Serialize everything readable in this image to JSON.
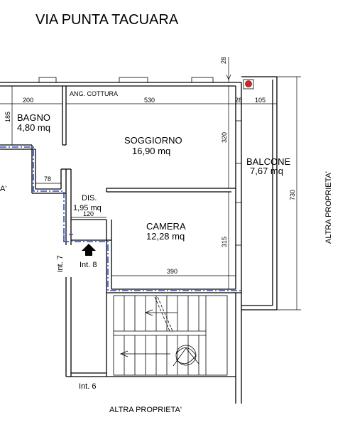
{
  "title": "VIA PUNTA TACUARA",
  "rooms": {
    "bagno": {
      "name": "BAGNO",
      "area": "4,80 mq"
    },
    "soggiorno": {
      "name": "SOGGIORNO",
      "area": "16,90 mq"
    },
    "balcone": {
      "name": "BALCONE",
      "area": "7,67 mq"
    },
    "dis": {
      "name": "DIS.",
      "area": "1,95 mq"
    },
    "camera": {
      "name": "CAMERA",
      "area": "12,28 mq"
    }
  },
  "labels": {
    "ang_cottura": "ANG. COTTURA",
    "int_7": "int. 7",
    "int_8": "Int. 8",
    "int_6": "Int. 6",
    "altra_proprieta_right": "ALTRA PROPRIETA'",
    "altra_proprieta_bottom": "ALTRA PROPRIETA'",
    "altra_proprieta_left_fragment": "A'"
  },
  "dimensions": {
    "top_28": "28",
    "d_200": "200",
    "d_530": "530",
    "d_28": "28",
    "d_105": "105",
    "d_185": "185",
    "d_320": "320",
    "d_78": "78",
    "d_120": "120",
    "d_315": "315",
    "d_390": "390",
    "d_730": "730"
  },
  "colors": {
    "walls": "#000000",
    "boundary": "#2a4fbf",
    "marker": "#e02020"
  }
}
